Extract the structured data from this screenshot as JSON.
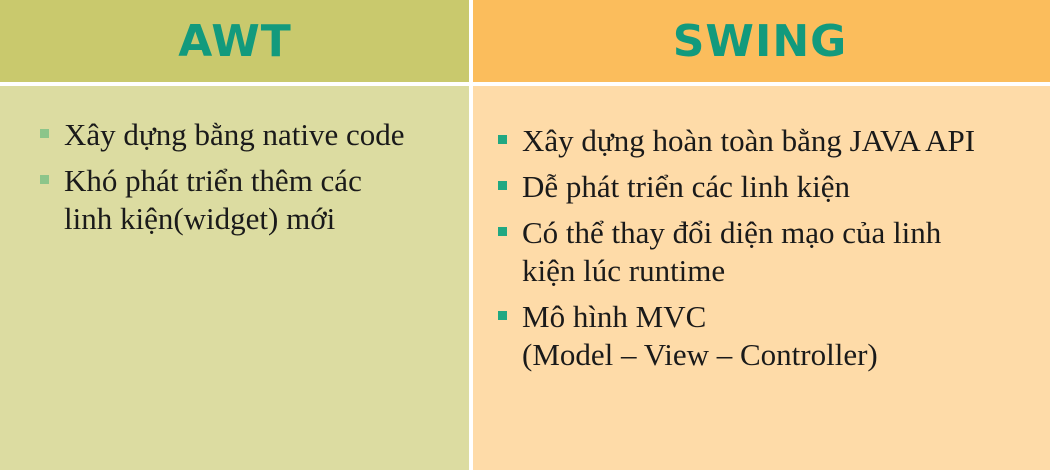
{
  "left": {
    "header": "AWT",
    "items": [
      [
        "Xây dựng bằng native code"
      ],
      [
        "Khó phát triển thêm các",
        "linh kiện(widget) mới"
      ]
    ]
  },
  "right": {
    "header": "SWING",
    "items": [
      [
        "Xây dựng hoàn toàn bằng JAVA API"
      ],
      [
        "Dễ phát triển các linh kiện"
      ],
      [
        "Có thể thay đổi diện mạo của linh",
        "kiện lúc runtime"
      ],
      [
        "Mô hình MVC",
        "(Model – View – Controller)"
      ]
    ]
  },
  "colors": {
    "left_header": "#c9c96d",
    "left_body": "#dcdca1",
    "right_header": "#fbbd5c",
    "right_body": "#fedba8",
    "header_text": "#129a7d",
    "left_bullet": "#8cc58a",
    "right_bullet": "#21a882"
  }
}
